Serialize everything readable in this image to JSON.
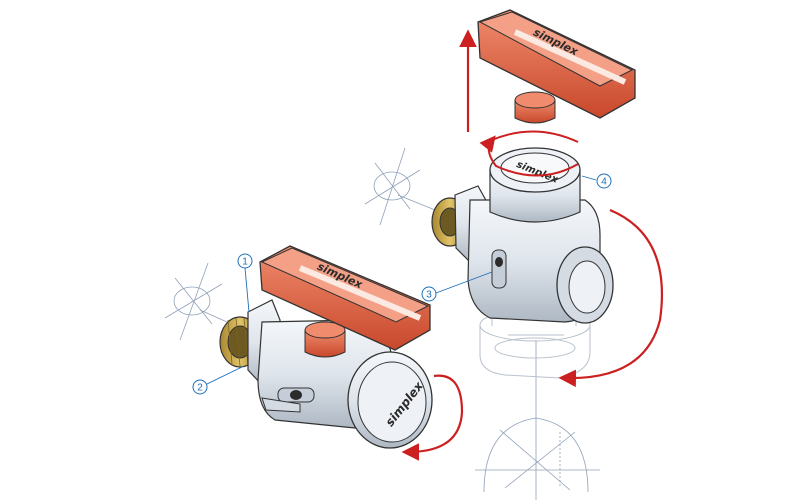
{
  "brand": "simplex",
  "callouts": [
    {
      "label": "1"
    },
    {
      "label": "2"
    },
    {
      "label": "3"
    },
    {
      "label": "4"
    }
  ],
  "colors": {
    "handle": "#d9573a",
    "handle_dark": "#a83a22",
    "handle_light": "#f08c6d",
    "metal": "#dde3ea",
    "metal_dark": "#9aa6b2",
    "brass": "#c9a64a",
    "arrow": "#cc1f1f",
    "callout": "#1d6fb8",
    "guide": "#8fa0b8"
  },
  "icons": [
    "rotate-arrow-icon",
    "lift-arrow-icon",
    "axis-crosshair-icon"
  ]
}
